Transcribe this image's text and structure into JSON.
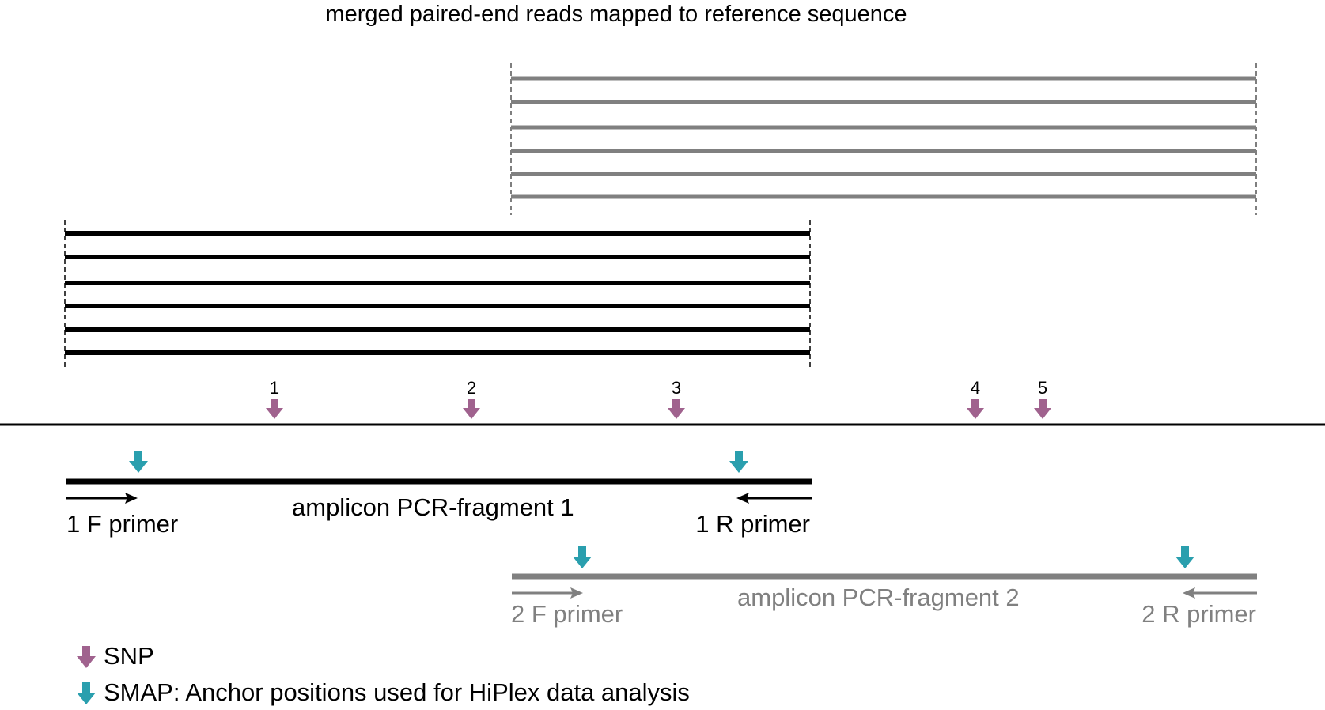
{
  "title": "merged paired-end reads mapped to reference sequence",
  "colors": {
    "fragment1": "#000000",
    "fragment2": "#808080",
    "snp_marker": "#a0628e",
    "anchor_marker": "#2a9fae",
    "reference": "#000000"
  },
  "snps": [
    {
      "label": "1"
    },
    {
      "label": "2"
    },
    {
      "label": "3"
    },
    {
      "label": "4"
    },
    {
      "label": "5"
    }
  ],
  "fragment1": {
    "label": "amplicon PCR-fragment 1",
    "forward_primer": "1 F primer",
    "reverse_primer": "1 R primer"
  },
  "fragment2": {
    "label": "amplicon PCR-fragment 2",
    "forward_primer": "2 F primer",
    "reverse_primer": "2 R primer"
  },
  "legend": {
    "snp_label": "SNP",
    "snp_icon": "down-arrow-purple",
    "anchor_label": "SMAP: Anchor positions used for HiPlex data analysis",
    "anchor_icon": "down-arrow-teal"
  }
}
